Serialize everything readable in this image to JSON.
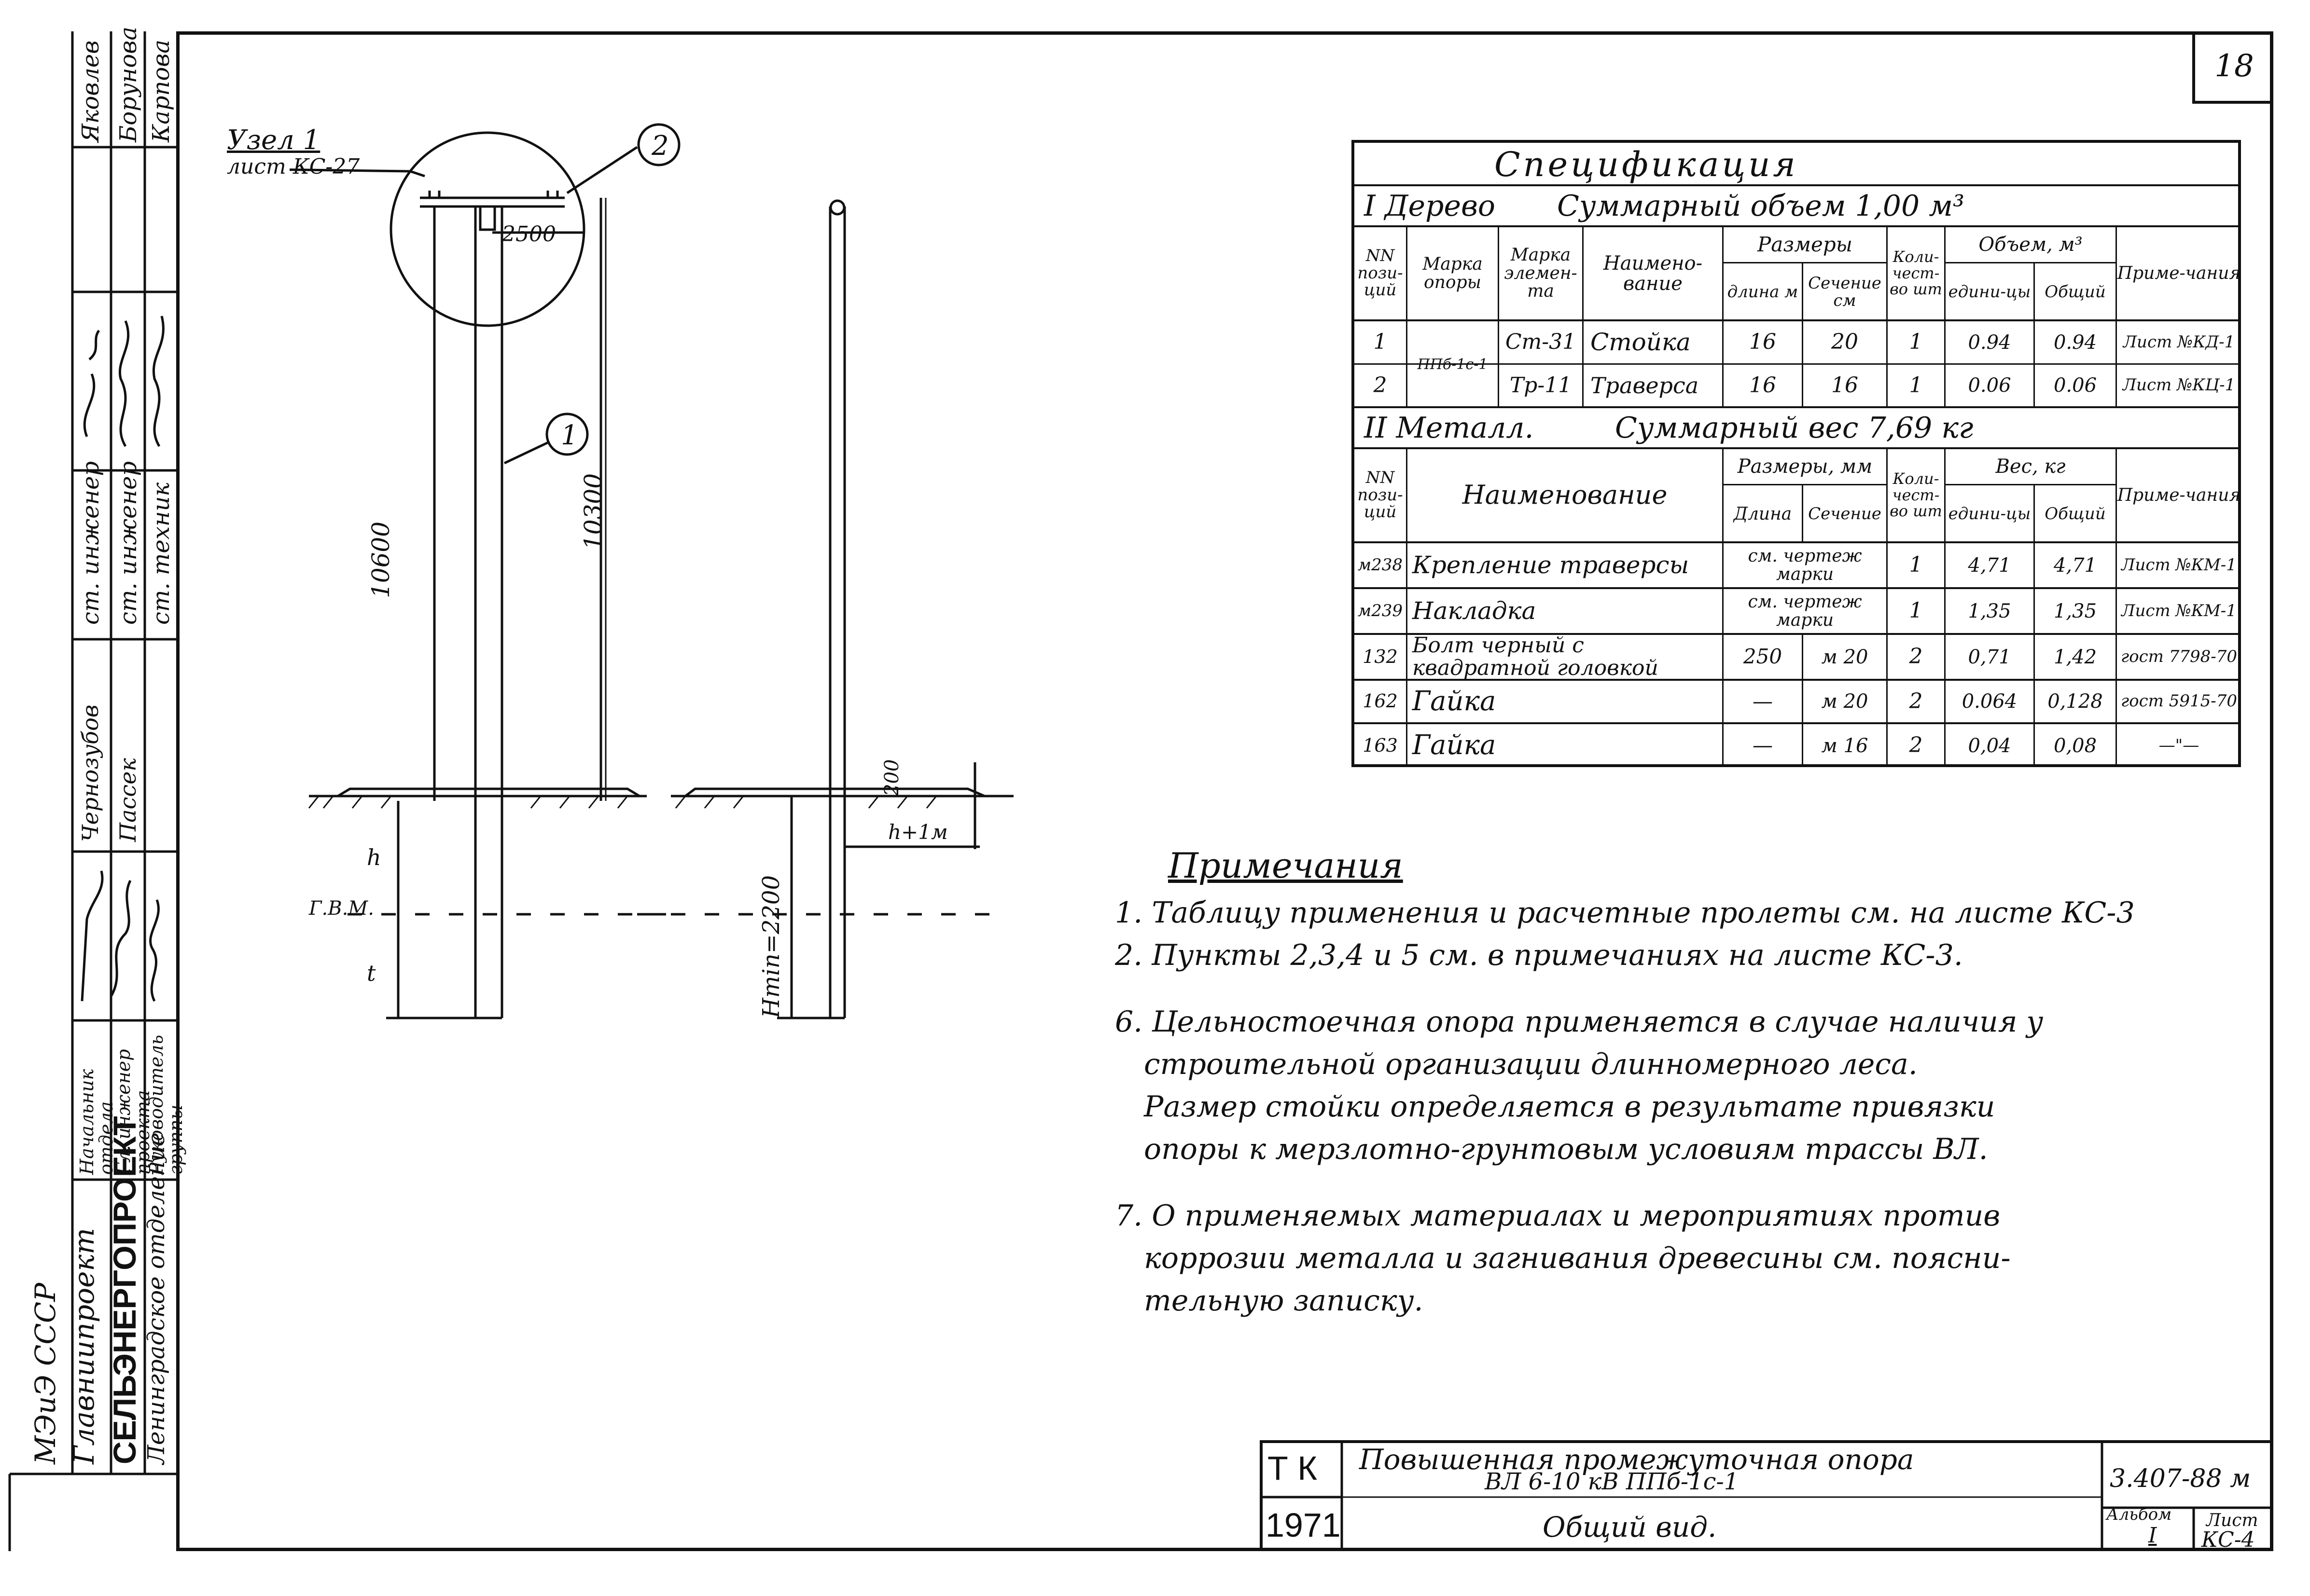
{
  "sheet_number": "18",
  "node_label": "Узел 1",
  "node_sheet": "лист КС-27",
  "callout_1": "1",
  "callout_2": "2",
  "dims": {
    "d2500": "2500",
    "d10600": "10600",
    "d10300": "10300",
    "d200": "200",
    "dh1m": "h+1м",
    "dhmin": "Hmin=2200",
    "h": "h",
    "t": "t",
    "gvm": "Г.В.М."
  },
  "spec": {
    "title": "Спецификация",
    "wood_heading": "I Дерево",
    "wood_total": "Суммарный объем 1,00 м³",
    "wood_headers": {
      "pos": "NN пози-ций",
      "mark_support": "Марка опоры",
      "mark_element": "Марка элемен-та",
      "name": "Наимено-вание",
      "dims": "Размеры",
      "length": "длина м",
      "section": "Сечение см",
      "qty": "Коли-чест-во шт",
      "volume": "Объем, м³",
      "unit": "едини-цы",
      "total": "Общий",
      "note": "Приме-чания"
    },
    "wood_support_mark": "ППб-1с-1",
    "wood_rows": [
      {
        "pos": "1",
        "element": "Ст-31",
        "name": "Стойка",
        "length": "16",
        "section": "20",
        "qty": "1",
        "unit": "0.94",
        "total": "0.94",
        "note": "Лист №КД-1"
      },
      {
        "pos": "2",
        "element": "Тр-11",
        "name": "Траверса",
        "length": "16",
        "section": "16",
        "qty": "1",
        "unit": "0.06",
        "total": "0.06",
        "note": "Лист №КЦ-1"
      }
    ],
    "metal_heading": "II Металл.",
    "metal_total": "Суммарный вес 7,69 кг",
    "metal_headers": {
      "pos": "NN пози-ций",
      "name": "Наименование",
      "dims": "Размеры, мм",
      "length": "Длина",
      "section": "Сечение",
      "qty": "Коли-чест-во шт",
      "weight": "Вес, кг",
      "unit": "едини-цы",
      "total": "Общий",
      "note": "Приме-чания"
    },
    "metal_rows": [
      {
        "pos": "м238",
        "name": "Крепление траверсы",
        "dims": "см. чертеж марки",
        "qty": "1",
        "unit": "4,71",
        "total": "4,71",
        "note": "Лист №КМ-1"
      },
      {
        "pos": "м239",
        "name": "Накладка",
        "dims": "см. чертеж марки",
        "qty": "1",
        "unit": "1,35",
        "total": "1,35",
        "note": "Лист №КМ-1"
      },
      {
        "pos": "132",
        "name": "Болт черный с квадратной головкой",
        "length": "250",
        "section": "м 20",
        "qty": "2",
        "unit": "0,71",
        "total": "1,42",
        "note": "гост 7798-70"
      },
      {
        "pos": "162",
        "name": "Гайка",
        "length": "—",
        "section": "м 20",
        "qty": "2",
        "unit": "0.064",
        "total": "0,128",
        "note": "гост 5915-70"
      },
      {
        "pos": "163",
        "name": "Гайка",
        "length": "—",
        "section": "м 16",
        "qty": "2",
        "unit": "0,04",
        "total": "0,08",
        "note": "—\"—"
      }
    ]
  },
  "notes": {
    "title": "Примечания",
    "items": [
      "1. Таблицу применения и расчетные пролеты см. на листе КС-3",
      "2. Пункты 2,3,4 и 5 см. в примечаниях на листе КС-3.",
      "6. Цельностоечная опора применяется в случае наличия у",
      "строительной организации длинномерного леса.",
      "Размер стойки определяется в результате привязки",
      "опоры к мерзлотно-грунтовым условиям трассы ВЛ.",
      "7. О применяемых материалах и мероприятиях против",
      "коррозии металла и загнивания древесины см. поясни-",
      "тельную записку."
    ]
  },
  "title_block": {
    "tk": "Т К",
    "year": "1971",
    "title_line1": "Повышенная промежуточная опора",
    "title_line2": "ВЛ 6-10 кВ ППб-1с-1",
    "subtitle": "Общий вид.",
    "code": "3.407-88 м",
    "album_label": "Альбом",
    "album": "I",
    "sheet_label": "Лист",
    "sheet": "КС-4"
  },
  "stamp": {
    "org1": "МЭиЭ СССР",
    "org2": "Главниипроект",
    "org3": "СЕЛЬЭНЕРГОПРОЕКТ",
    "org4": "Ленинградское отделение",
    "roles": [
      "Начальник отдела",
      "Гл. инженер проекта",
      "Руководитель группы"
    ],
    "names_col1": [
      "Яковлев",
      "Борунова",
      "Карпова"
    ],
    "positions": [
      "ст. инженер",
      "ст. инженер",
      "ст. техник"
    ],
    "names_col2": [
      "Чернозубов",
      "Пассек",
      ""
    ]
  }
}
